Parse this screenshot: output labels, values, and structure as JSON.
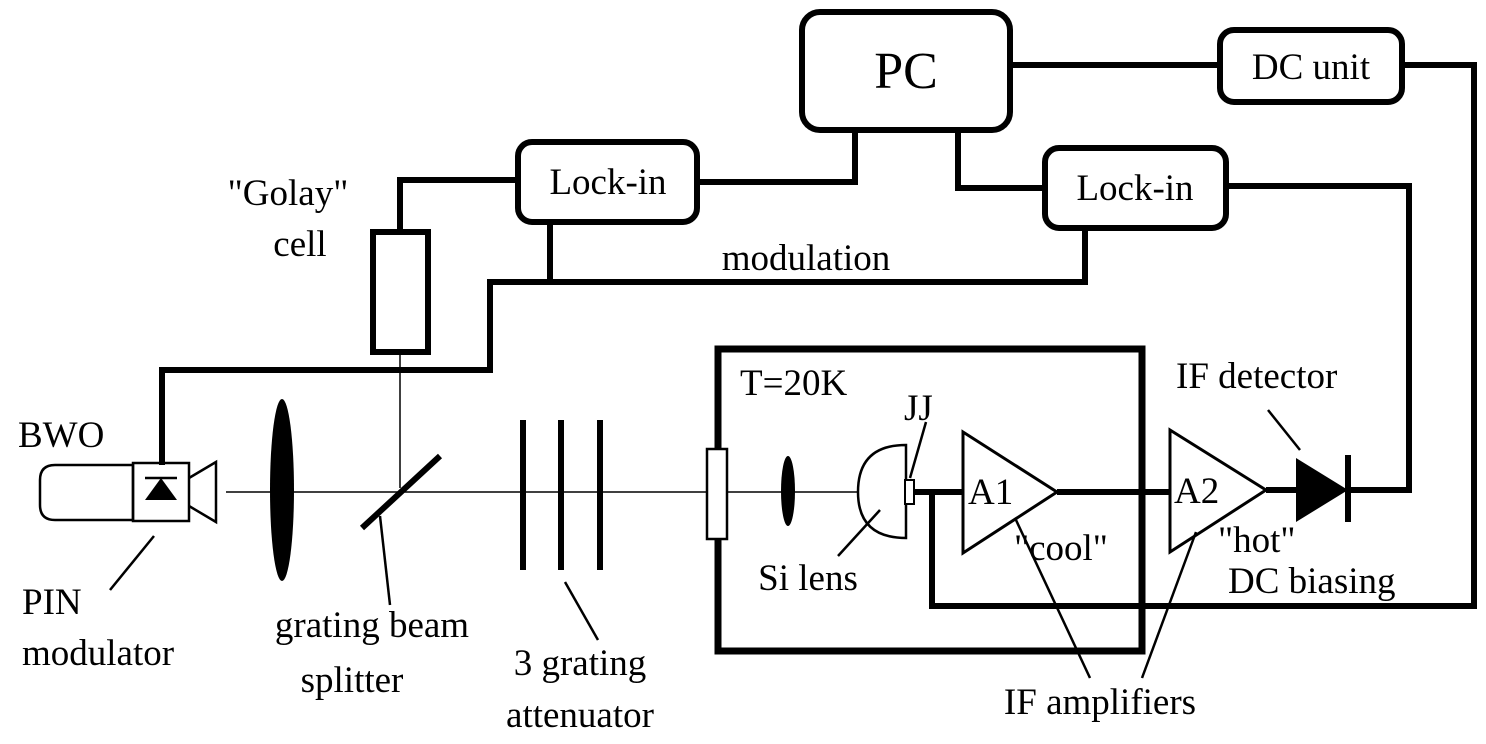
{
  "labels": {
    "pc": "PC",
    "dc_unit": "DC unit",
    "lockin_left": "Lock-in",
    "lockin_right": "Lock-in",
    "golay_line1": "\"Golay\"",
    "golay_line2": "cell",
    "modulation": "modulation",
    "bwo": "BWO",
    "pin_line1": "PIN",
    "pin_line2": "modulator",
    "splitter_line1": "grating beam",
    "splitter_line2": "splitter",
    "attenuator_line1": "3 grating",
    "attenuator_line2": "attenuator",
    "temperature": "T=20K",
    "jj": "JJ",
    "si_lens": "Si lens",
    "a1": "A1",
    "a2": "A2",
    "cool": "\"cool\"",
    "hot": "\"hot\"",
    "if_detector": "IF detector",
    "dc_biasing": "DC biasing",
    "if_amplifiers": "IF amplifiers"
  }
}
